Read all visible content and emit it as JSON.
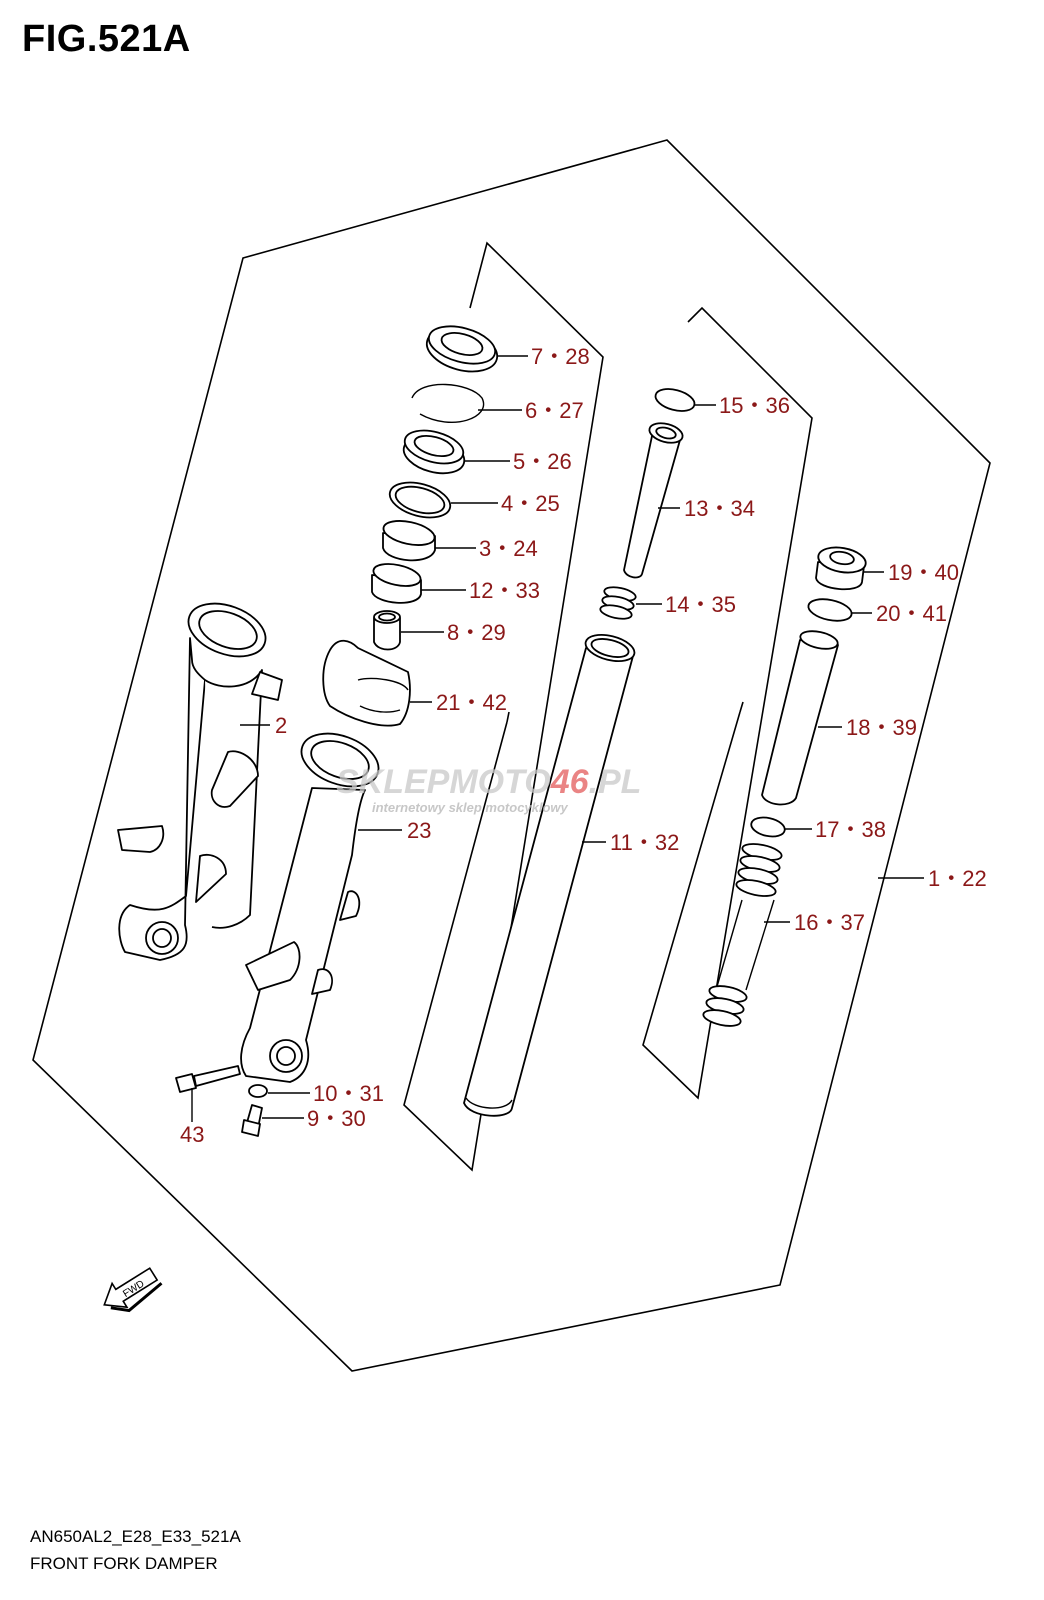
{
  "figure_title": "FIG.521A",
  "model_code": "AN650AL2_E28_E33_521A",
  "diagram_name": "FRONT FORK DAMPER",
  "watermark": {
    "brand_prefix": "SKLEP",
    "brand_mid": "MOTO",
    "brand_num": "46",
    "brand_suffix": ".PL",
    "tagline": "internetowy sklep motocyklowy"
  },
  "direction_marker": "FWD",
  "callouts": [
    {
      "id": "c-7-28",
      "text": "7・28"
    },
    {
      "id": "c-6-27",
      "text": "6・27"
    },
    {
      "id": "c-5-26",
      "text": "5・26"
    },
    {
      "id": "c-4-25",
      "text": "4・25"
    },
    {
      "id": "c-3-24",
      "text": "3・24"
    },
    {
      "id": "c-12-33",
      "text": "12・33"
    },
    {
      "id": "c-8-29",
      "text": "8・29"
    },
    {
      "id": "c-21-42",
      "text": "21・42"
    },
    {
      "id": "c-2",
      "text": "2"
    },
    {
      "id": "c-23",
      "text": "23"
    },
    {
      "id": "c-15-36",
      "text": "15・36"
    },
    {
      "id": "c-13-34",
      "text": "13・34"
    },
    {
      "id": "c-14-35",
      "text": "14・35"
    },
    {
      "id": "c-11-32",
      "text": "11・32"
    },
    {
      "id": "c-19-40",
      "text": "19・40"
    },
    {
      "id": "c-20-41",
      "text": "20・41"
    },
    {
      "id": "c-18-39",
      "text": "18・39"
    },
    {
      "id": "c-17-38",
      "text": "17・38"
    },
    {
      "id": "c-16-37",
      "text": "16・37"
    },
    {
      "id": "c-1-22",
      "text": "1・22"
    },
    {
      "id": "c-10-31",
      "text": "10・31"
    },
    {
      "id": "c-9-30",
      "text": "9・30"
    },
    {
      "id": "c-43",
      "text": "43"
    }
  ],
  "colors": {
    "callout": "#8b1818",
    "line": "#000000",
    "watermark_grey": "#c9c9c9",
    "watermark_red": "#e45c5c"
  }
}
